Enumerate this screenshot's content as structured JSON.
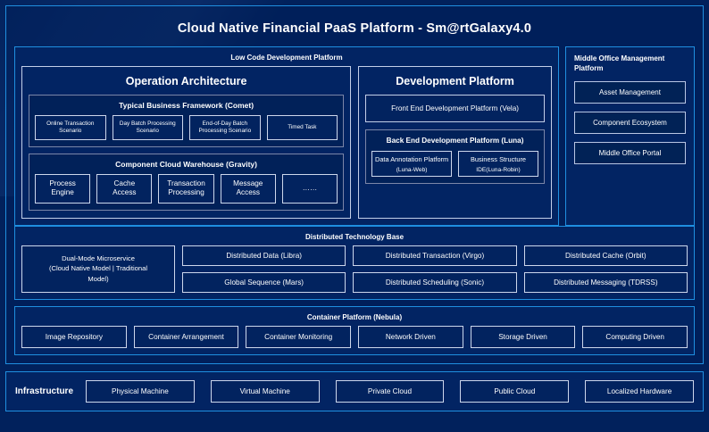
{
  "colors": {
    "background": "#01215c",
    "panel_bg": "#022463",
    "accent_border": "#1f8fe0",
    "box_border": "#cdd7ec",
    "group_border": "#7b86a8",
    "text": "#ffffff"
  },
  "header": {
    "title": "Cloud Native Financial PaaS Platform - Sm@rtGalaxy4.0"
  },
  "low_code": {
    "title": "Low Code Development Platform",
    "operation_architecture": {
      "title": "Operation Architecture",
      "typical_business_framework": {
        "title": "Typical Business Framework (Comet)",
        "items": [
          {
            "line1": "Online Transaction",
            "line2": "Scenario"
          },
          {
            "line1": "Day Batch Processing",
            "line2": "Scenario"
          },
          {
            "line1": "End-of-Day Batch",
            "line2": "Processing Scenario"
          },
          {
            "line1": "Timed Task",
            "line2": ""
          }
        ]
      },
      "component_cloud_warehouse": {
        "title": "Component Cloud Warehouse (Gravity)",
        "items": [
          {
            "line1": "Process",
            "line2": "Engine"
          },
          {
            "line1": "Cache",
            "line2": "Access"
          },
          {
            "line1": "Transaction",
            "line2": "Processing"
          },
          {
            "line1": "Message",
            "line2": "Access"
          },
          {
            "line1": "……",
            "line2": ""
          }
        ]
      }
    },
    "development_platform": {
      "title": "Development Platform",
      "front_end": "Front End Development Platform (Vela)",
      "back_end": {
        "title": "Back End Development Platform (Luna)",
        "items": [
          {
            "line1": "Data Annotation",
            "line2": "Platform",
            "line3": "(Luna-Web)"
          },
          {
            "line1": "Business",
            "line2": "Structure",
            "line3": "IDE(Luna-Robin)"
          }
        ]
      }
    }
  },
  "middle_office": {
    "title": "Middle Office Management Platform",
    "items": [
      "Asset Management",
      "Component Ecosystem",
      "Middle Office Portal"
    ]
  },
  "distributed_technology_base": {
    "title": "Distributed Technology Base",
    "highlight": {
      "line1": "Dual-Mode Microservice",
      "line2": "(Cloud Native Model | Traditional",
      "line3": "Model)"
    },
    "cells": [
      "Distributed Data (Libra)",
      "Distributed Transaction (Virgo)",
      "Distributed Cache (Orbit)",
      "Global Sequence (Mars)",
      "Distributed Scheduling (Sonic)",
      "Distributed Messaging (TDRSS)"
    ]
  },
  "container_platform": {
    "title": "Container Platform (Nebula)",
    "items": [
      "Image Repository",
      "Container Arrangement",
      "Container Monitoring",
      "Network Driven",
      "Storage Driven",
      "Computing Driven"
    ]
  },
  "infrastructure": {
    "label": "Infrastructure",
    "items": [
      "Physical Machine",
      "Virtual Machine",
      "Private Cloud",
      "Public Cloud",
      "Localized Hardware"
    ]
  }
}
